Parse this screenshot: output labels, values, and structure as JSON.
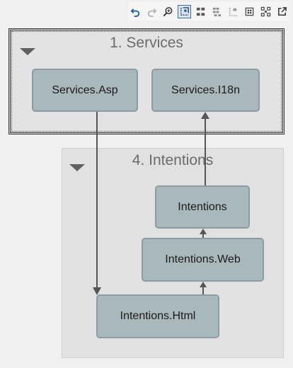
{
  "toolbar": {
    "buttons": [
      {
        "icon": "undo-icon",
        "active": false
      },
      {
        "icon": "redo-icon",
        "active": false
      },
      {
        "icon": "zoom-icon",
        "active": false
      },
      {
        "icon": "layout-select-icon",
        "active": true
      },
      {
        "icon": "layout-grid-icon",
        "active": false
      },
      {
        "icon": "layout-tree-icon",
        "active": false
      },
      {
        "icon": "layout-branch-icon",
        "active": false
      },
      {
        "icon": "layout-compact-icon",
        "active": false
      },
      {
        "icon": "layout-spread-icon",
        "active": false
      },
      {
        "icon": "export-icon",
        "active": false
      }
    ]
  },
  "groups": {
    "services": {
      "title": "1. Services",
      "collapsed_indicator": "triangle-down-icon"
    },
    "intentions": {
      "title": "4. Intentions",
      "collapsed_indicator": "triangle-down-icon"
    }
  },
  "nodes": {
    "services_asp": {
      "label": "Services.Asp"
    },
    "services_i18n": {
      "label": "Services.I18n"
    },
    "intentions": {
      "label": "Intentions"
    },
    "intentions_web": {
      "label": "Intentions.Web"
    },
    "intentions_html": {
      "label": "Intentions.Html"
    }
  },
  "edges": [
    {
      "from": "Services.Asp",
      "to": "Intentions.Html"
    },
    {
      "from": "Intentions",
      "to": "Services.I18n"
    },
    {
      "from": "Intentions.Web",
      "to": "Intentions"
    },
    {
      "from": "Intentions.Html",
      "to": "Intentions.Web"
    }
  ],
  "colors": {
    "node_fill": "#a9b8bd",
    "node_border": "#8b9da3",
    "group_fill": "#e1e1e1",
    "edge": "#555555",
    "selected_border": "#333333"
  }
}
